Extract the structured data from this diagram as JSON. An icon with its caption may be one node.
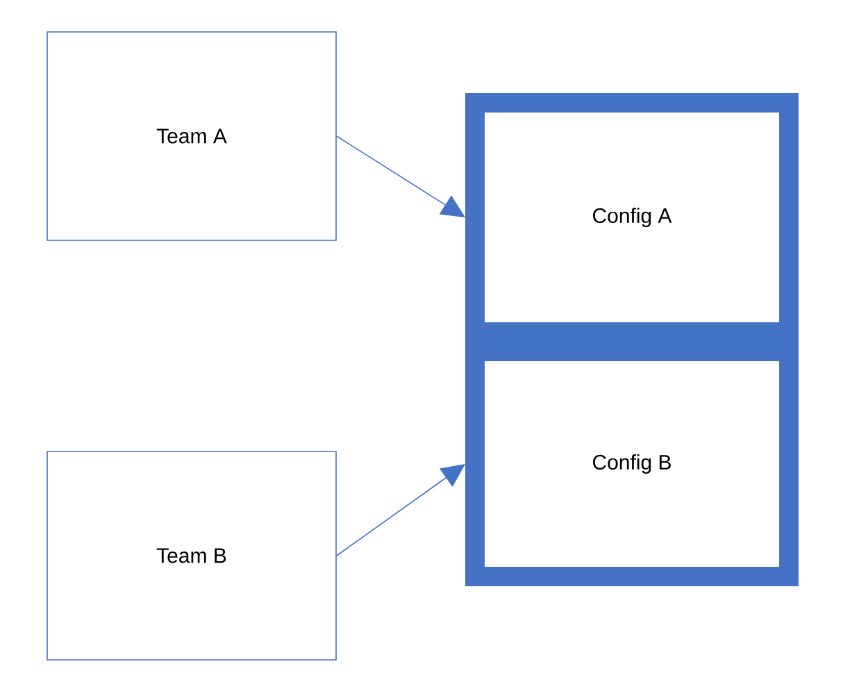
{
  "diagram": {
    "nodes": [
      {
        "text": [
          "Team A"
        ]
      },
      {
        "text": [
          "Config A"
        ]
      },
      {
        "text": [
          "Config B"
        ]
      },
      {
        "text": [
          "Team B"
        ]
      }
    ],
    "edges": [
      {
        "from": 0,
        "to": 1,
        "arrow": "to"
      },
      {
        "from": 3,
        "to": 2,
        "arrow": "to"
      }
    ]
  }
}
